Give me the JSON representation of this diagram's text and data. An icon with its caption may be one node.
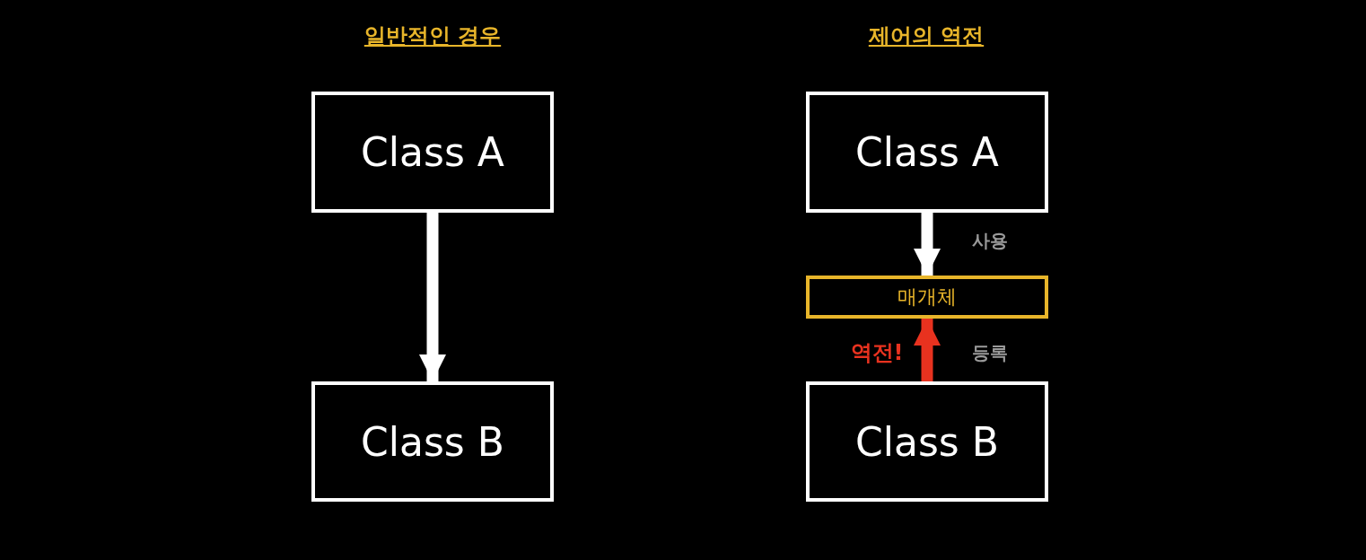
{
  "diagram": {
    "nodes": [
      {
        "text": [
          "Class A"
        ]
      },
      {
        "text": [
          "Class B"
        ]
      },
      {
        "text": [
          "Class A"
        ]
      },
      {
        "text": [
          "매개체"
        ]
      },
      {
        "text": [
          "Class B"
        ]
      }
    ],
    "edges": [
      {
        "from": 0,
        "to": 1,
        "arrow": "to"
      },
      {
        "from": 2,
        "to": 3,
        "arrow": "to",
        "label": "사용"
      },
      {
        "from": 4,
        "to": 3,
        "arrow": "to",
        "label": "등록",
        "color": "#e8321f"
      }
    ],
    "labels": [
      "일반적인 경우",
      "제어의 역전",
      "역전!"
    ]
  }
}
